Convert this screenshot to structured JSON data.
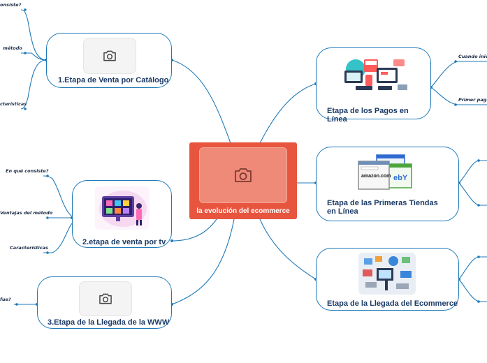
{
  "central": {
    "title": "la evolución del ecommerce",
    "icon": "camera-icon"
  },
  "left_nodes": [
    {
      "title": "1.Etapa de Venta por Catálogo",
      "icon": "camera-icon",
      "leaves": [
        "onsiste?",
        "método",
        "cterísticas"
      ]
    },
    {
      "title": "2.etapa de venta por tv",
      "icon": "tv-shopping-illustration",
      "leaves": [
        "En qué consiste?",
        "Ventajas del método",
        "Características"
      ]
    },
    {
      "title": "3.Etapa de la Llegada de la WWW",
      "icon": "camera-icon",
      "leaves": [
        "fue?"
      ]
    }
  ],
  "right_nodes": [
    {
      "title": "Etapa de los Pagos en Línea",
      "icon": "online-payment-illustration",
      "leaves": [
        "Cuando inicia",
        "Primer pago"
      ]
    },
    {
      "title": "Etapa de las Primeras Tiendas en Línea",
      "icon": "online-stores-logos-illustration",
      "logo_text": [
        "amazon.com",
        "ebY"
      ],
      "leaves": []
    },
    {
      "title": "Etapa de la Llegada del Ecommerce",
      "icon": "ecommerce-illustration",
      "leaves": []
    }
  ],
  "colors": {
    "edge": "#1f7ab8",
    "central_fill": "#e8553f",
    "node_text": "#1b3a66"
  }
}
